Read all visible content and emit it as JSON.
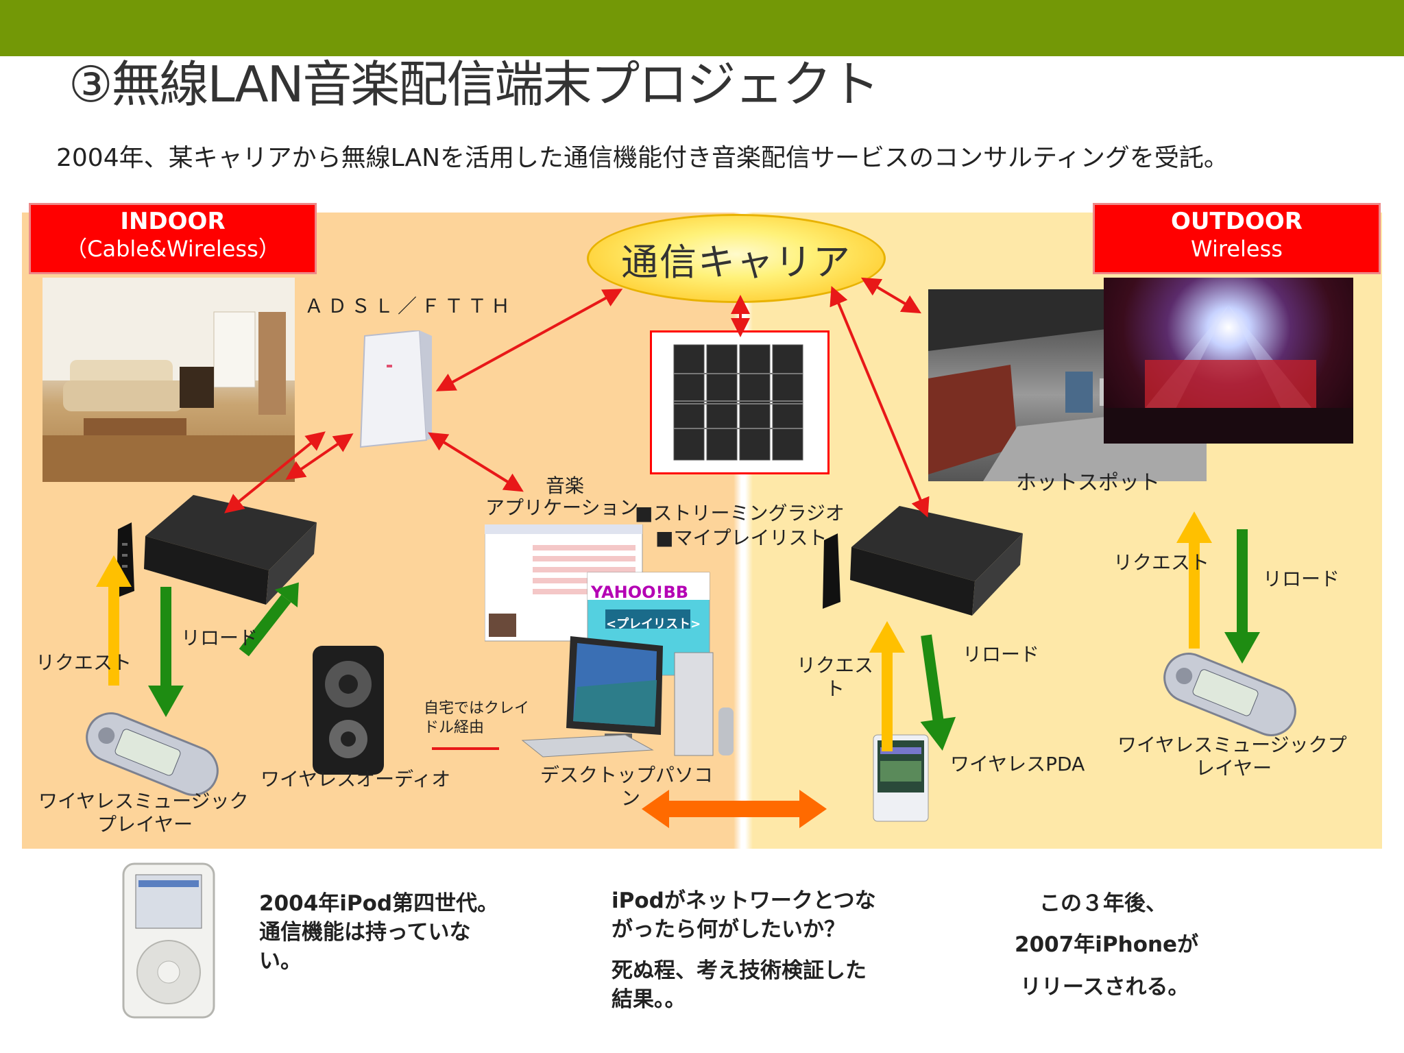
{
  "slide": {
    "title": "③無線LAN音楽配信端末プロジェクト",
    "intro": "2004年、某キャリアから無線LANを活用した通信機能付き音楽配信サービスのコンサルティングを受託。"
  },
  "indoor": {
    "title": "INDOOR",
    "subtitle": "（Cable&Wireless）"
  },
  "outdoor": {
    "title": "OUTDOOR",
    "subtitle": "Wireless"
  },
  "carrier_label": "通信キャリア",
  "diagram_labels": {
    "adsl": "ＡＤＳＬ／ＦＴＴＨ",
    "music_app_1": "音楽",
    "music_app_2": "アプリケーション",
    "service_1": "■ストリーミングラジオ",
    "service_2": "■マイプレイリスト",
    "hotspot": "ホットスポット",
    "request_left": "リクエスト",
    "reload_left": "リロード",
    "player_left_1": "ワイヤレスミュージック",
    "player_left_2": "プレイヤー",
    "wireless_audio": "ワイヤレスオーディオ",
    "cradle_1": "自宅ではクレイ",
    "cradle_2": "ドル経由",
    "desktop_1": "デスクトップパソコ",
    "desktop_2": "ン",
    "request_mid_1": "リクエス",
    "request_mid_2": "ト",
    "reload_mid": "リロード",
    "pda": "ワイヤレスPDA",
    "request_right": "リクエスト",
    "reload_right": "リロード",
    "player_right_1": "ワイヤレスミュージックプ",
    "player_right_2": "レイヤー",
    "yahoo_logo": "YAHOO!BB",
    "playlist_header": "<プレイリスト>"
  },
  "bottom": {
    "ipod_line1": "2004年iPod第四世代。",
    "ipod_line2": "通信機能は持っていな",
    "ipod_line3": "い。",
    "question_line1": "iPodがネットワークとつな",
    "question_line2": "がったら何がしたいか？",
    "result_line1": "死ぬ程、考え技術検証した",
    "result_line2": "結果。。",
    "later_line1": "この３年後、",
    "later_line2": "2007年iPhoneが",
    "later_line3": "リリースされる。"
  },
  "colors": {
    "top_bar": "#739806",
    "indoor_bg": "#fdd49a",
    "outdoor_bg": "#fee8a8",
    "label_red": "#ff0000",
    "arrow_red": "#e81818",
    "arrow_yellow": "#ffc000",
    "arrow_green": "#1e8c12",
    "arrow_orange": "#ff6a00"
  }
}
